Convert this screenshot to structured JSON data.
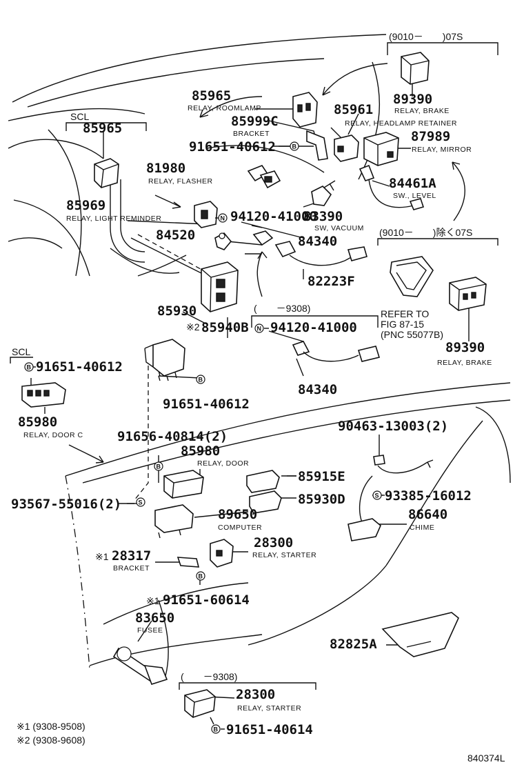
{
  "diagram_id": "840374L",
  "parts": [
    {
      "key": "p89390a",
      "number": "89390",
      "desc": "RELAY, BRAKE",
      "range": "(9010－　　)07S"
    },
    {
      "key": "p85965a",
      "number": "85965",
      "desc": "RELAY, ROOMLAMP"
    },
    {
      "key": "p85965b",
      "number": "85965",
      "desc": "",
      "scl": "SCL"
    },
    {
      "key": "p85961",
      "number": "85961",
      "desc": "RELAY, HEADLAMP RETAINER"
    },
    {
      "key": "p85999c",
      "number": "85999C",
      "desc": "BRACKET"
    },
    {
      "key": "p87989",
      "number": "87989",
      "desc": "RELAY, MIRROR"
    },
    {
      "key": "p91651a",
      "number": "91651-40612",
      "badge": "B"
    },
    {
      "key": "p81980",
      "number": "81980",
      "desc": "RELAY, FLASHER"
    },
    {
      "key": "p84461a",
      "number": "84461A",
      "desc": "SW., LEVEL"
    },
    {
      "key": "p85969",
      "number": "85969",
      "desc": "RELAY, LIGHT REMINDER"
    },
    {
      "key": "p94120a",
      "number": "94120-41000",
      "badge": "N"
    },
    {
      "key": "p83390",
      "number": "83390",
      "desc": "SW, VACUUM"
    },
    {
      "key": "p84520",
      "number": "84520"
    },
    {
      "key": "p84340a",
      "number": "84340"
    },
    {
      "key": "p82223f",
      "number": "82223F"
    },
    {
      "key": "p89390b",
      "number": "89390",
      "desc": "RELAY, BRAKE",
      "range": "(9010－　　)除く07S"
    },
    {
      "key": "prefer",
      "text1": "REFER TO",
      "text2": "FIG 87-15",
      "text3": "(PNC 55077B)"
    },
    {
      "key": "p85930a",
      "number": "85930"
    },
    {
      "key": "p85940b",
      "number": "85940B",
      "mark": "※2",
      "range": "(　　－9308)"
    },
    {
      "key": "p94120b",
      "number": "94120-41000",
      "badge": "N"
    },
    {
      "key": "p84340b",
      "number": "84340"
    },
    {
      "key": "p91651b",
      "number": "91651-40612",
      "badge": "B",
      "scl": "SCL"
    },
    {
      "key": "p85980a",
      "number": "85980",
      "desc": "RELAY, DOOR C"
    },
    {
      "key": "p91651c",
      "number": "91651-40612",
      "badge": "B"
    },
    {
      "key": "p91656",
      "number": "91656-40814(2)",
      "badge": "B"
    },
    {
      "key": "p90463",
      "number": "90463-13003(2)"
    },
    {
      "key": "p85980b",
      "number": "85980",
      "desc": "RELAY, DOOR"
    },
    {
      "key": "p85915e",
      "number": "85915E"
    },
    {
      "key": "p93567",
      "number": "93567-55016(2)",
      "badge": "S"
    },
    {
      "key": "p93385",
      "number": "93385-16012",
      "badge": "S"
    },
    {
      "key": "p89650",
      "number": "89650",
      "desc": "COMPUTER"
    },
    {
      "key": "p85930d",
      "number": "85930D"
    },
    {
      "key": "p86640",
      "number": "86640",
      "desc": "CHIME"
    },
    {
      "key": "p28300a",
      "number": "28300",
      "desc": "RELAY, STARTER"
    },
    {
      "key": "p28317",
      "number": "28317",
      "desc": "BRACKET",
      "mark": "※1"
    },
    {
      "key": "p91651d",
      "number": "91651-60614",
      "mark": "※1",
      "badge": "B"
    },
    {
      "key": "p83650",
      "number": "83650",
      "desc": "FUSEE"
    },
    {
      "key": "p82825a",
      "number": "82825A"
    },
    {
      "key": "p28300b",
      "number": "28300",
      "desc": "RELAY, STARTER",
      "range": "(　　－9308)"
    },
    {
      "key": "p91651e",
      "number": "91651-40614",
      "badge": "B"
    }
  ],
  "footnotes": [
    "※1 (9308-9508)",
    "※2 (9308-9608)"
  ]
}
